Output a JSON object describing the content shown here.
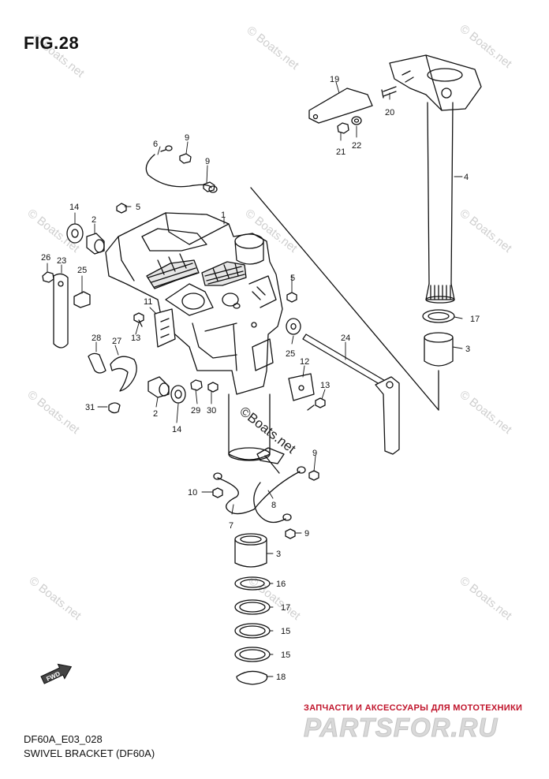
{
  "figure": {
    "title": "FIG.28",
    "code": "DF60A_E03_028",
    "caption": "SWIVEL BRACKET (DF60A)"
  },
  "watermark": {
    "text": "© Boats.net",
    "center_text": "©Boats.net"
  },
  "branding": {
    "russian_line": "ЗАПЧАСТИ И АКСЕССУАРЫ ДЛЯ МОТОТЕХНИКИ",
    "site": "PARTSFOR.RU"
  },
  "fwd_label": "FWD",
  "callouts": [
    "1",
    "2",
    "2",
    "3",
    "3",
    "4",
    "5",
    "5",
    "6",
    "7",
    "8",
    "9",
    "9",
    "9",
    "9",
    "10",
    "11",
    "12",
    "13",
    "13",
    "14",
    "14",
    "15",
    "15",
    "16",
    "17",
    "17",
    "18",
    "19",
    "20",
    "21",
    "22",
    "23",
    "24",
    "25",
    "25",
    "26",
    "27",
    "28",
    "29",
    "30",
    "31"
  ]
}
